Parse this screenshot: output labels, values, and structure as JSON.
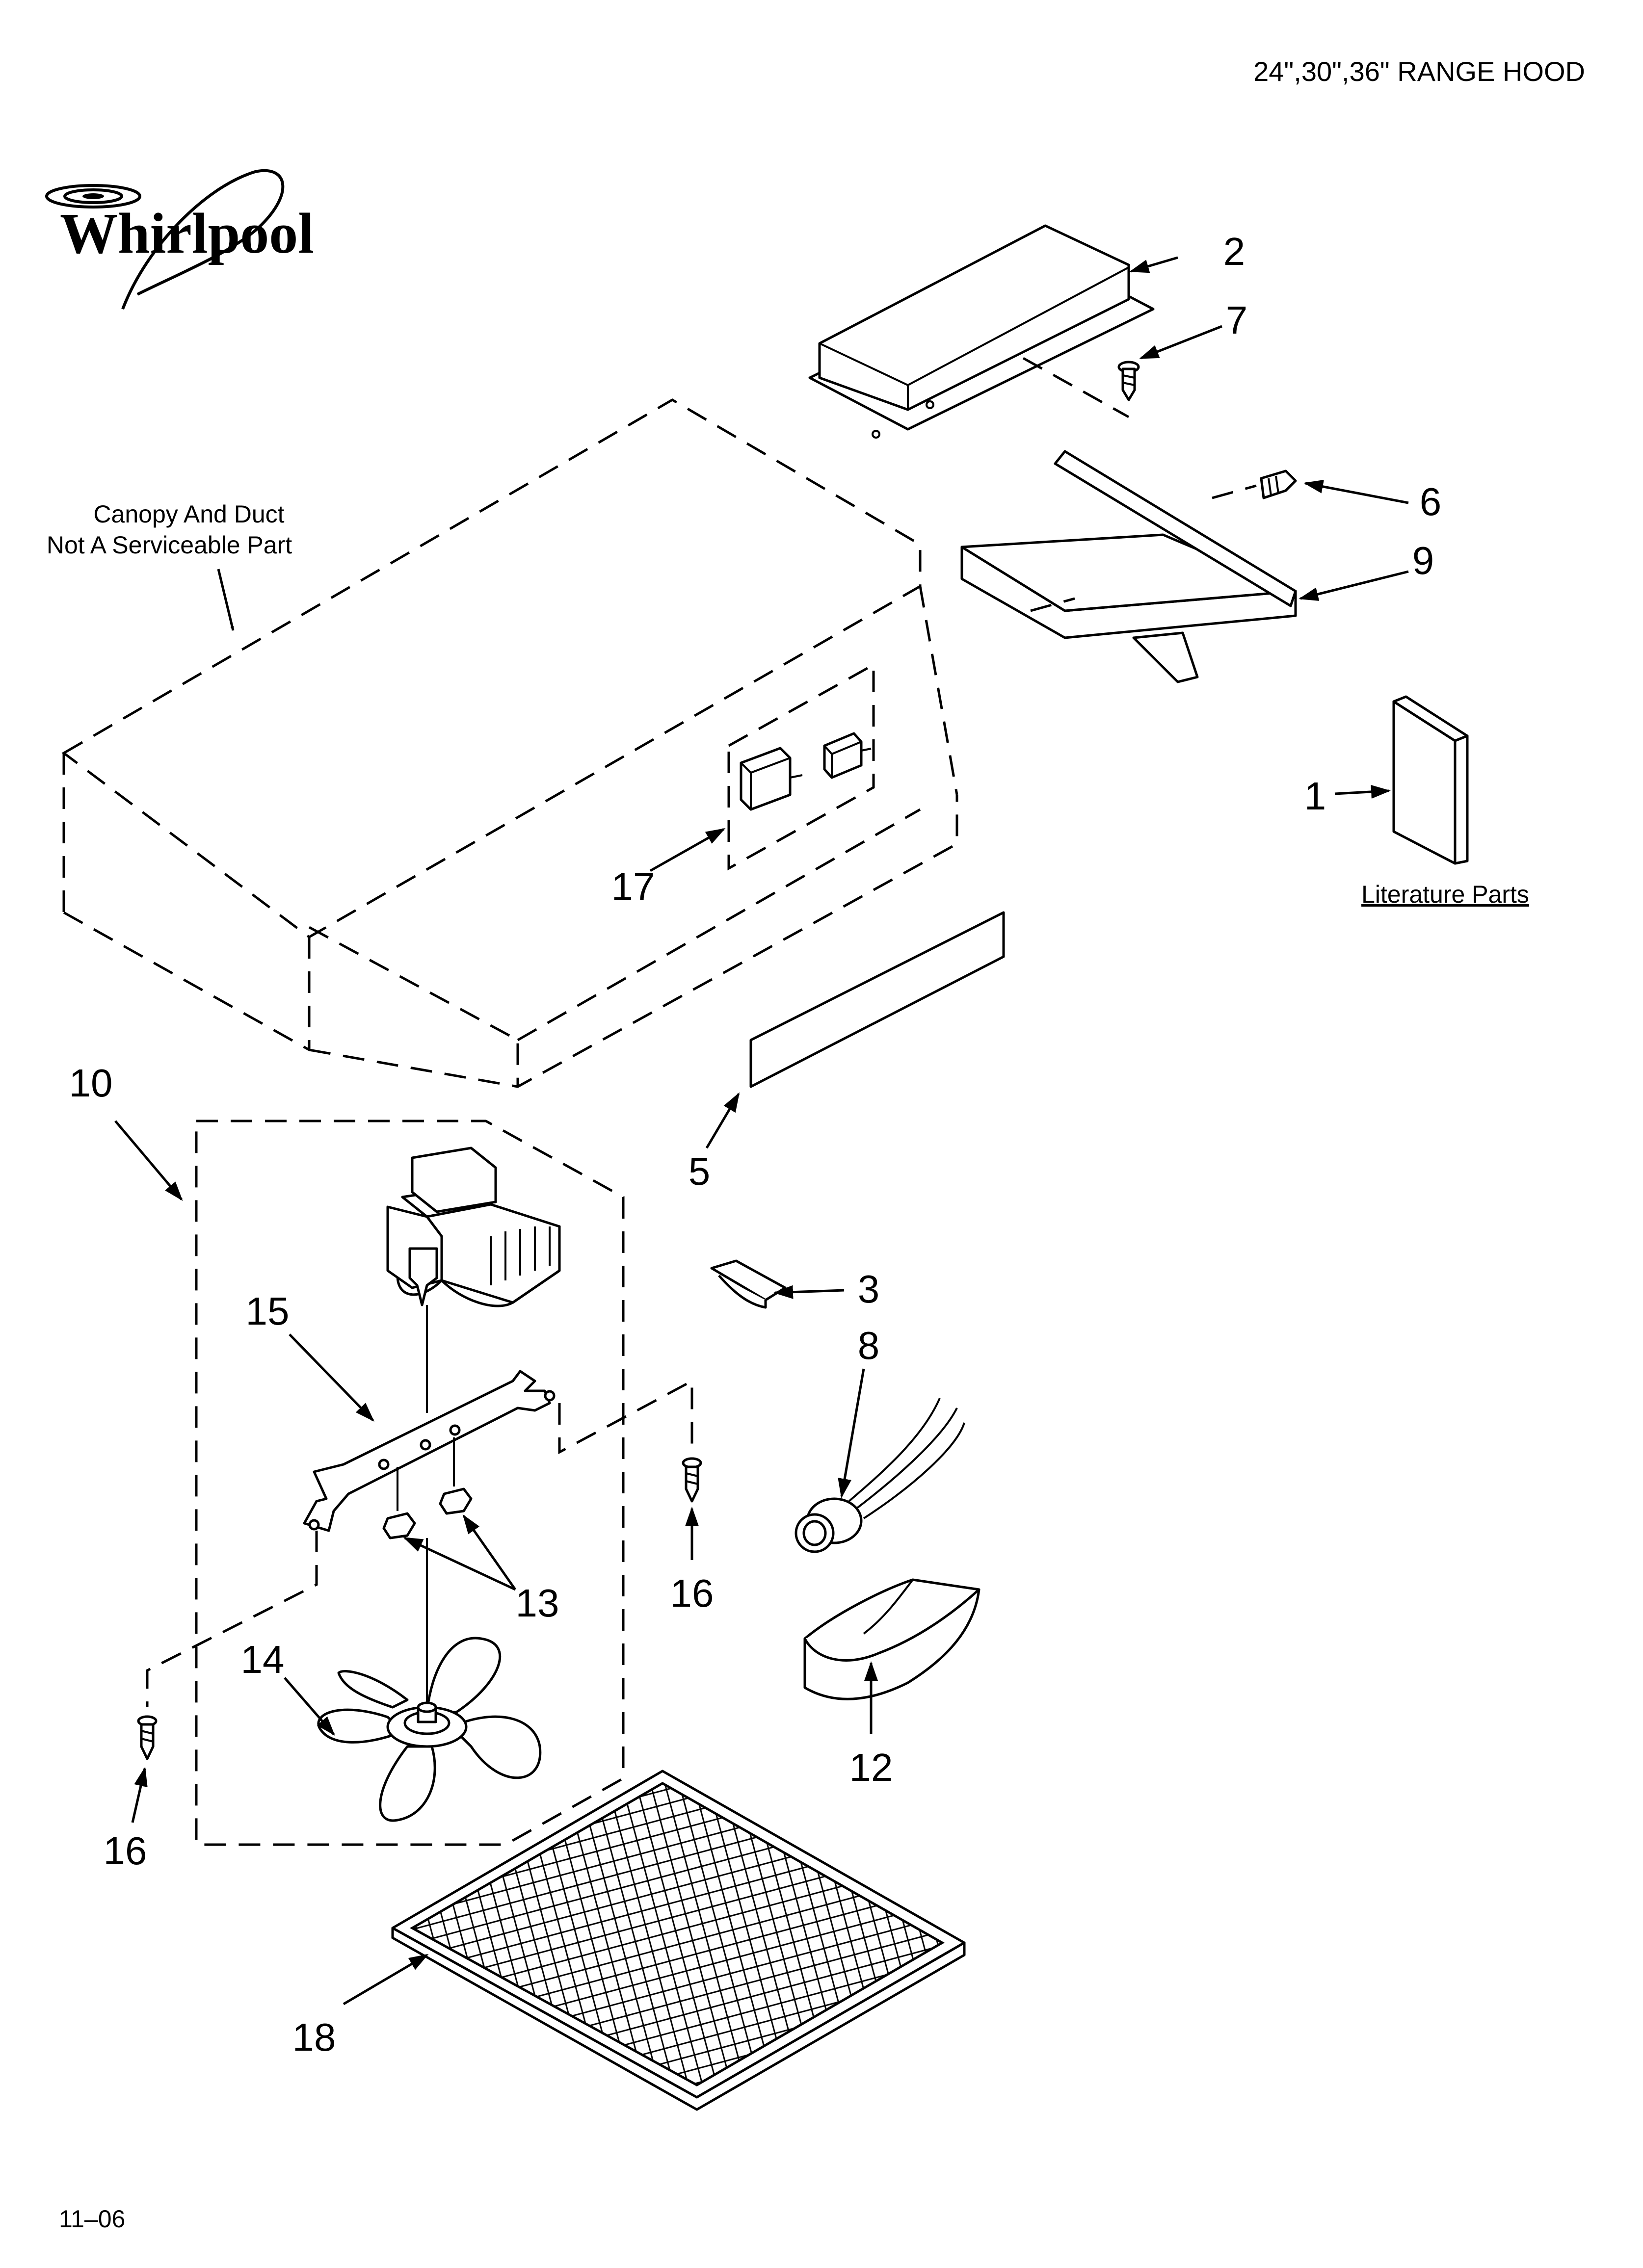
{
  "header": {
    "model_title": "24\",30\",36\" RANGE HOOD"
  },
  "brand": {
    "logo_text": "Whirlpool"
  },
  "notes": {
    "canopy_line1": "Canopy And Duct",
    "canopy_line2": "Not A Serviceable Part",
    "literature_parts": "Literature Parts"
  },
  "callouts": {
    "c1": "1",
    "c2": "2",
    "c3": "3",
    "c5": "5",
    "c6": "6",
    "c7": "7",
    "c8": "8",
    "c9": "9",
    "c10": "10",
    "c12": "12",
    "c13": "13",
    "c14": "14",
    "c15": "15",
    "c16a": "16",
    "c16b": "16",
    "c17": "17",
    "c18": "18"
  },
  "footer": {
    "date_code": "11–06"
  }
}
